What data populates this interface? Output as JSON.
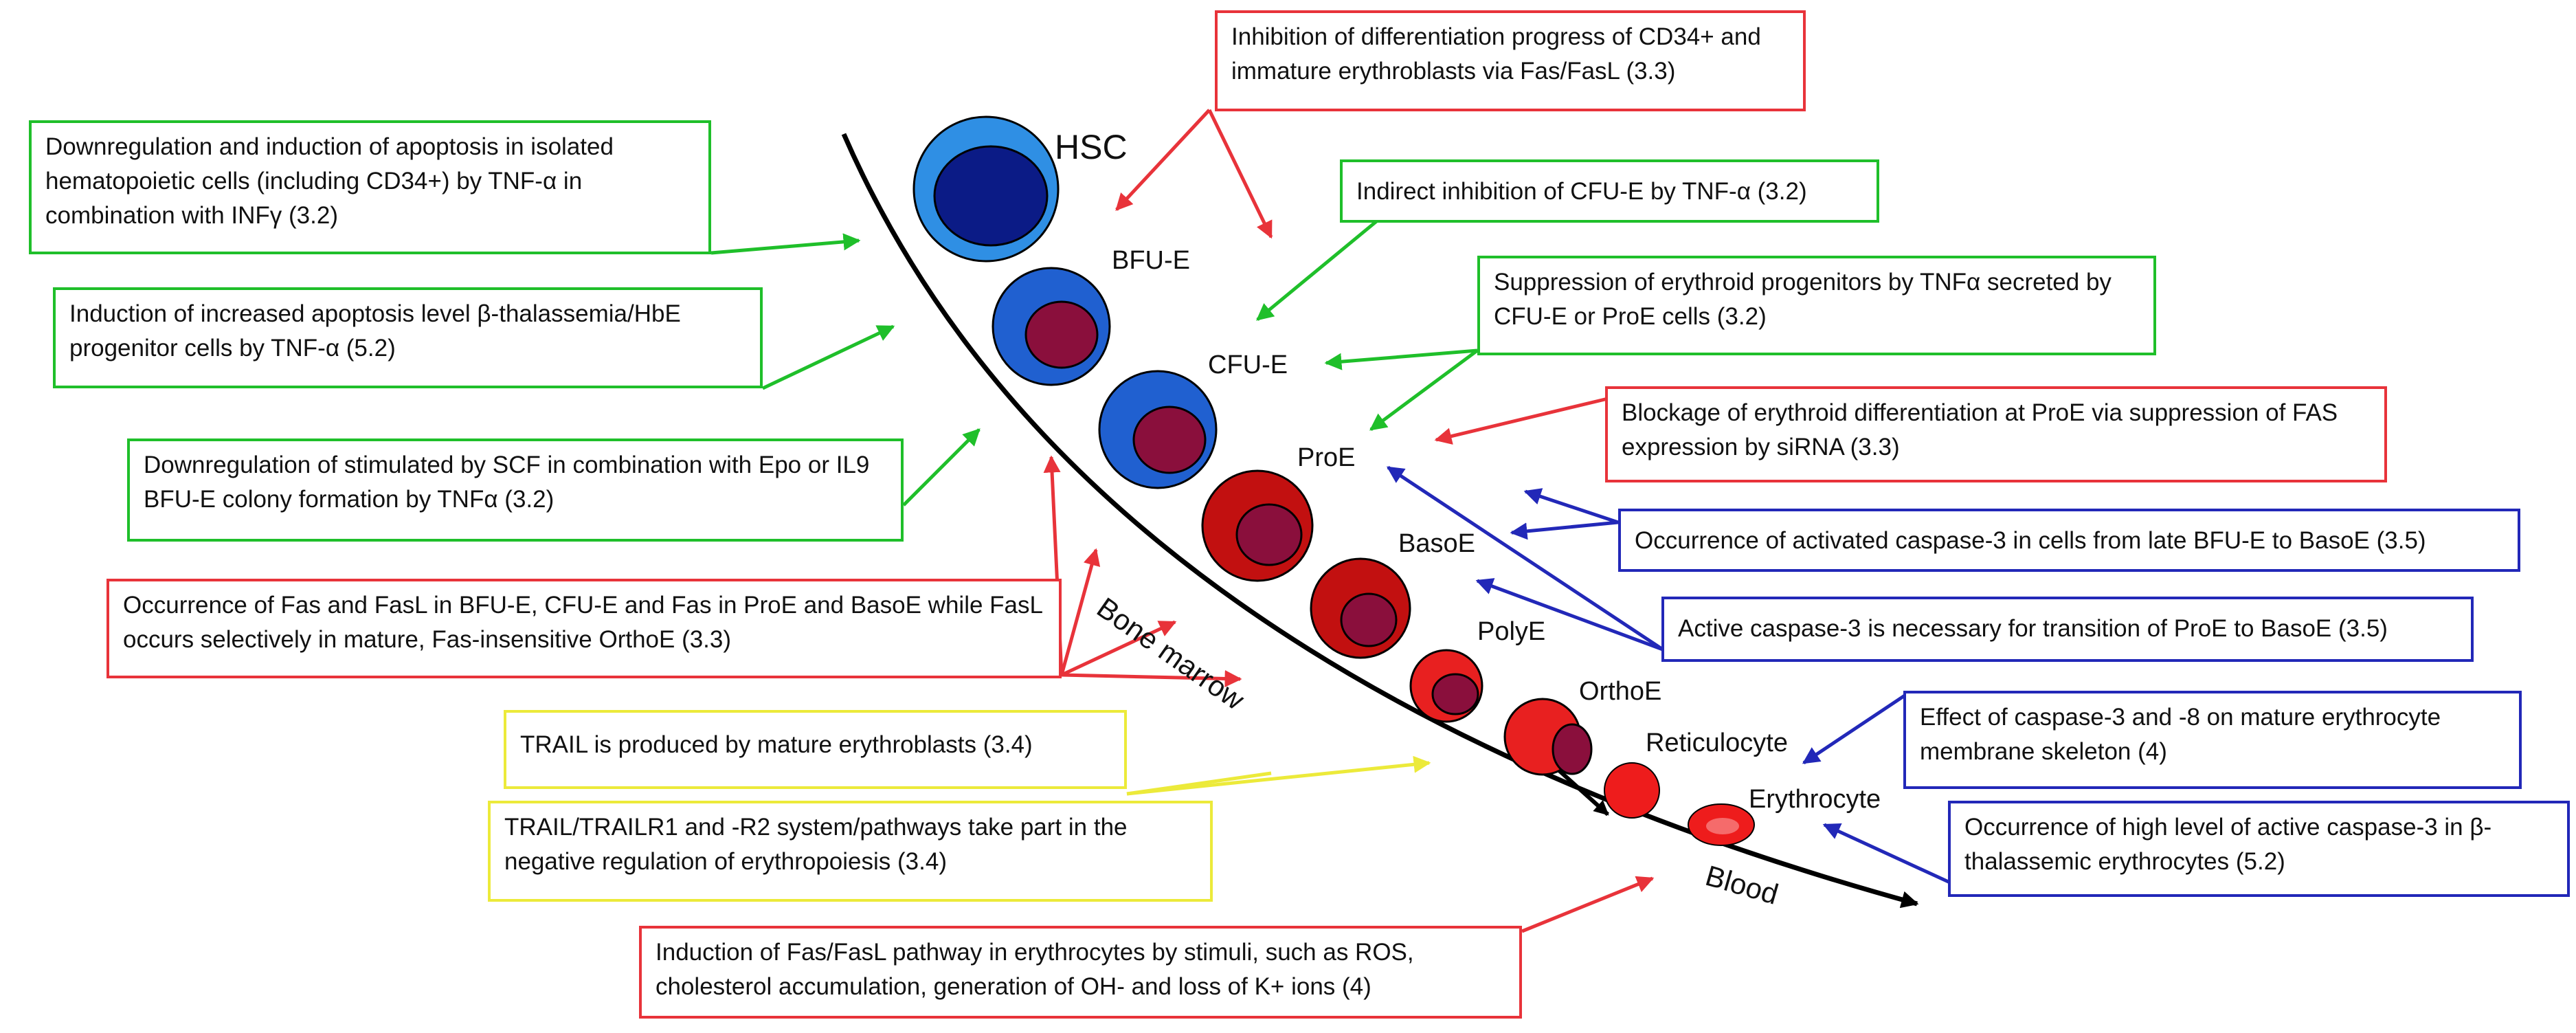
{
  "colors": {
    "red": "#e8333a",
    "green": "#1fbf2a",
    "blue": "#2228b8",
    "yellow": "#ecea3a",
    "black": "#000000"
  },
  "stages": {
    "hsc": "HSC",
    "bfue": "BFU-E",
    "cfue": "CFU-E",
    "proe": "ProE",
    "basoe": "BasoE",
    "polye": "PolyE",
    "orthoe": "OrthoE",
    "reticulocyte": "Reticulocyte",
    "erythrocyte": "Erythrocyte"
  },
  "axis": {
    "bone_marrow": "Bone marrow",
    "blood": "Blood"
  },
  "boxes": {
    "fas_inhibition": "Inhibition of differentiation progress of CD34+ and immature erythroblasts via Fas/FasL (3.3)",
    "tnf_apoptosis": "Downregulation and induction of apoptosis in isolated hematopoietic cells (including CD34+) by TNF-α in combination with INFγ (3.2)",
    "cfue_inhibition": "Indirect inhibition of CFU-E by TNF-α (3.2)",
    "thal_apoptosis": "Induction of increased apoptosis level β-thalassemia/HbE progenitor cells by TNF-α (5.2)",
    "tnf_suppression": "Suppression of erythroid progenitors by TNFα secreted by CFU-E or ProE cells (3.2)",
    "sirna_blockage": "Blockage of erythroid differentiation at ProE via suppression of FAS expression by siRNA (3.3)",
    "scf_downreg": "Downregulation of stimulated by SCF in combination with Epo or IL9 BFU-E colony formation by TNFα (3.2)",
    "caspase_occurrence": "Occurrence of activated caspase-3 in cells from late BFU-E to BasoE (3.5)",
    "fas_occurrence": "Occurrence of Fas and FasL in BFU-E, CFU-E and Fas in ProE and BasoE while FasL occurs selectively in mature, Fas-insensitive OrthoE (3.3)",
    "caspase_transition": "Active caspase-3 is necessary for transition of ProE to BasoE (3.5)",
    "trail_produced": "TRAIL is produced by mature erythroblasts (3.4)",
    "caspase_membrane": "Effect of caspase-3 and -8 on mature erythrocyte membrane skeleton (4)",
    "trail_system": "TRAIL/TRAILR1 and -R2 system/pathways take part in the negative regulation of erythropoiesis (3.4)",
    "caspase_thal": "Occurrence of high level of active caspase-3 in β-thalassemic erythrocytes (5.2)",
    "fas_erythrocytes": "Induction of Fas/FasL pathway in erythrocytes by stimuli, such as ROS, cholesterol accumulation, generation of OH- and loss of K+ ions (4)"
  }
}
